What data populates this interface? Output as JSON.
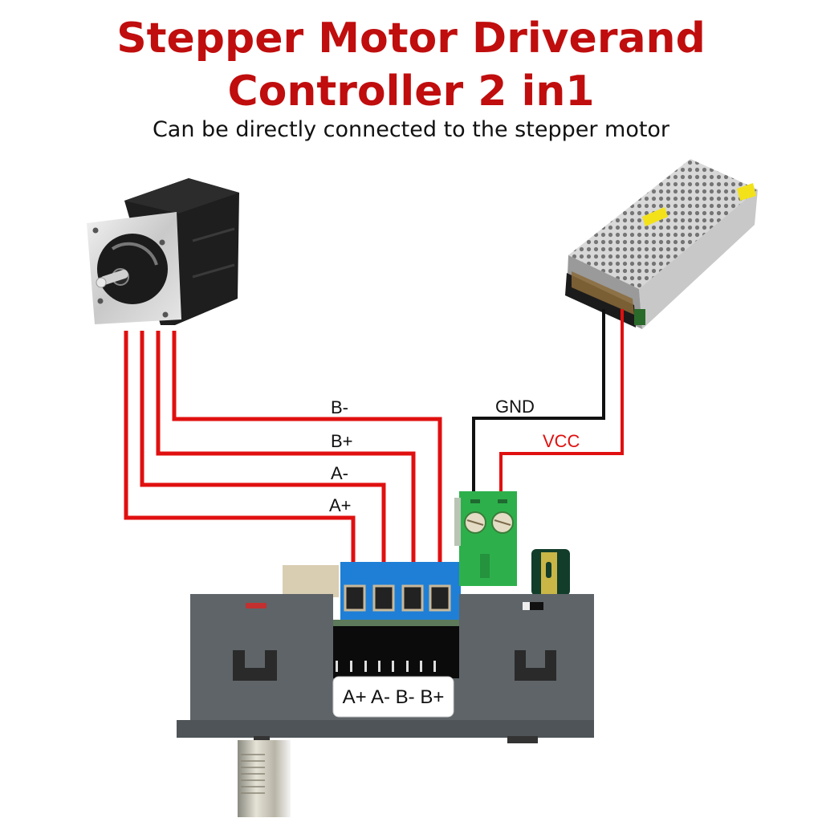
{
  "header": {
    "title_line1": "Stepper Motor Driverand",
    "title_line2": "Controller 2 in1",
    "subtitle": "Can be directly connected to the stepper motor"
  },
  "wiring": {
    "motor_wires": [
      {
        "label": "B-",
        "color": "#e01010"
      },
      {
        "label": "B+",
        "color": "#e01010"
      },
      {
        "label": "A-",
        "color": "#e01010"
      },
      {
        "label": "A+",
        "color": "#e01010"
      }
    ],
    "power_wires": [
      {
        "label": "GND",
        "color": "#111111"
      },
      {
        "label": "VCC",
        "color": "#e01010"
      }
    ]
  },
  "board": {
    "terminal_label": "A+ A- B- B+"
  },
  "components": {
    "motor": "stepper-motor",
    "power_supply": "switching-power-supply",
    "controller": "driver-controller-board"
  },
  "colors": {
    "title": "#c00d0d",
    "wire_red": "#e01010",
    "wire_black": "#111111",
    "terminal_blue": "#1f7fd6",
    "terminal_green": "#2db04b",
    "board_gray": "#5e6468"
  }
}
